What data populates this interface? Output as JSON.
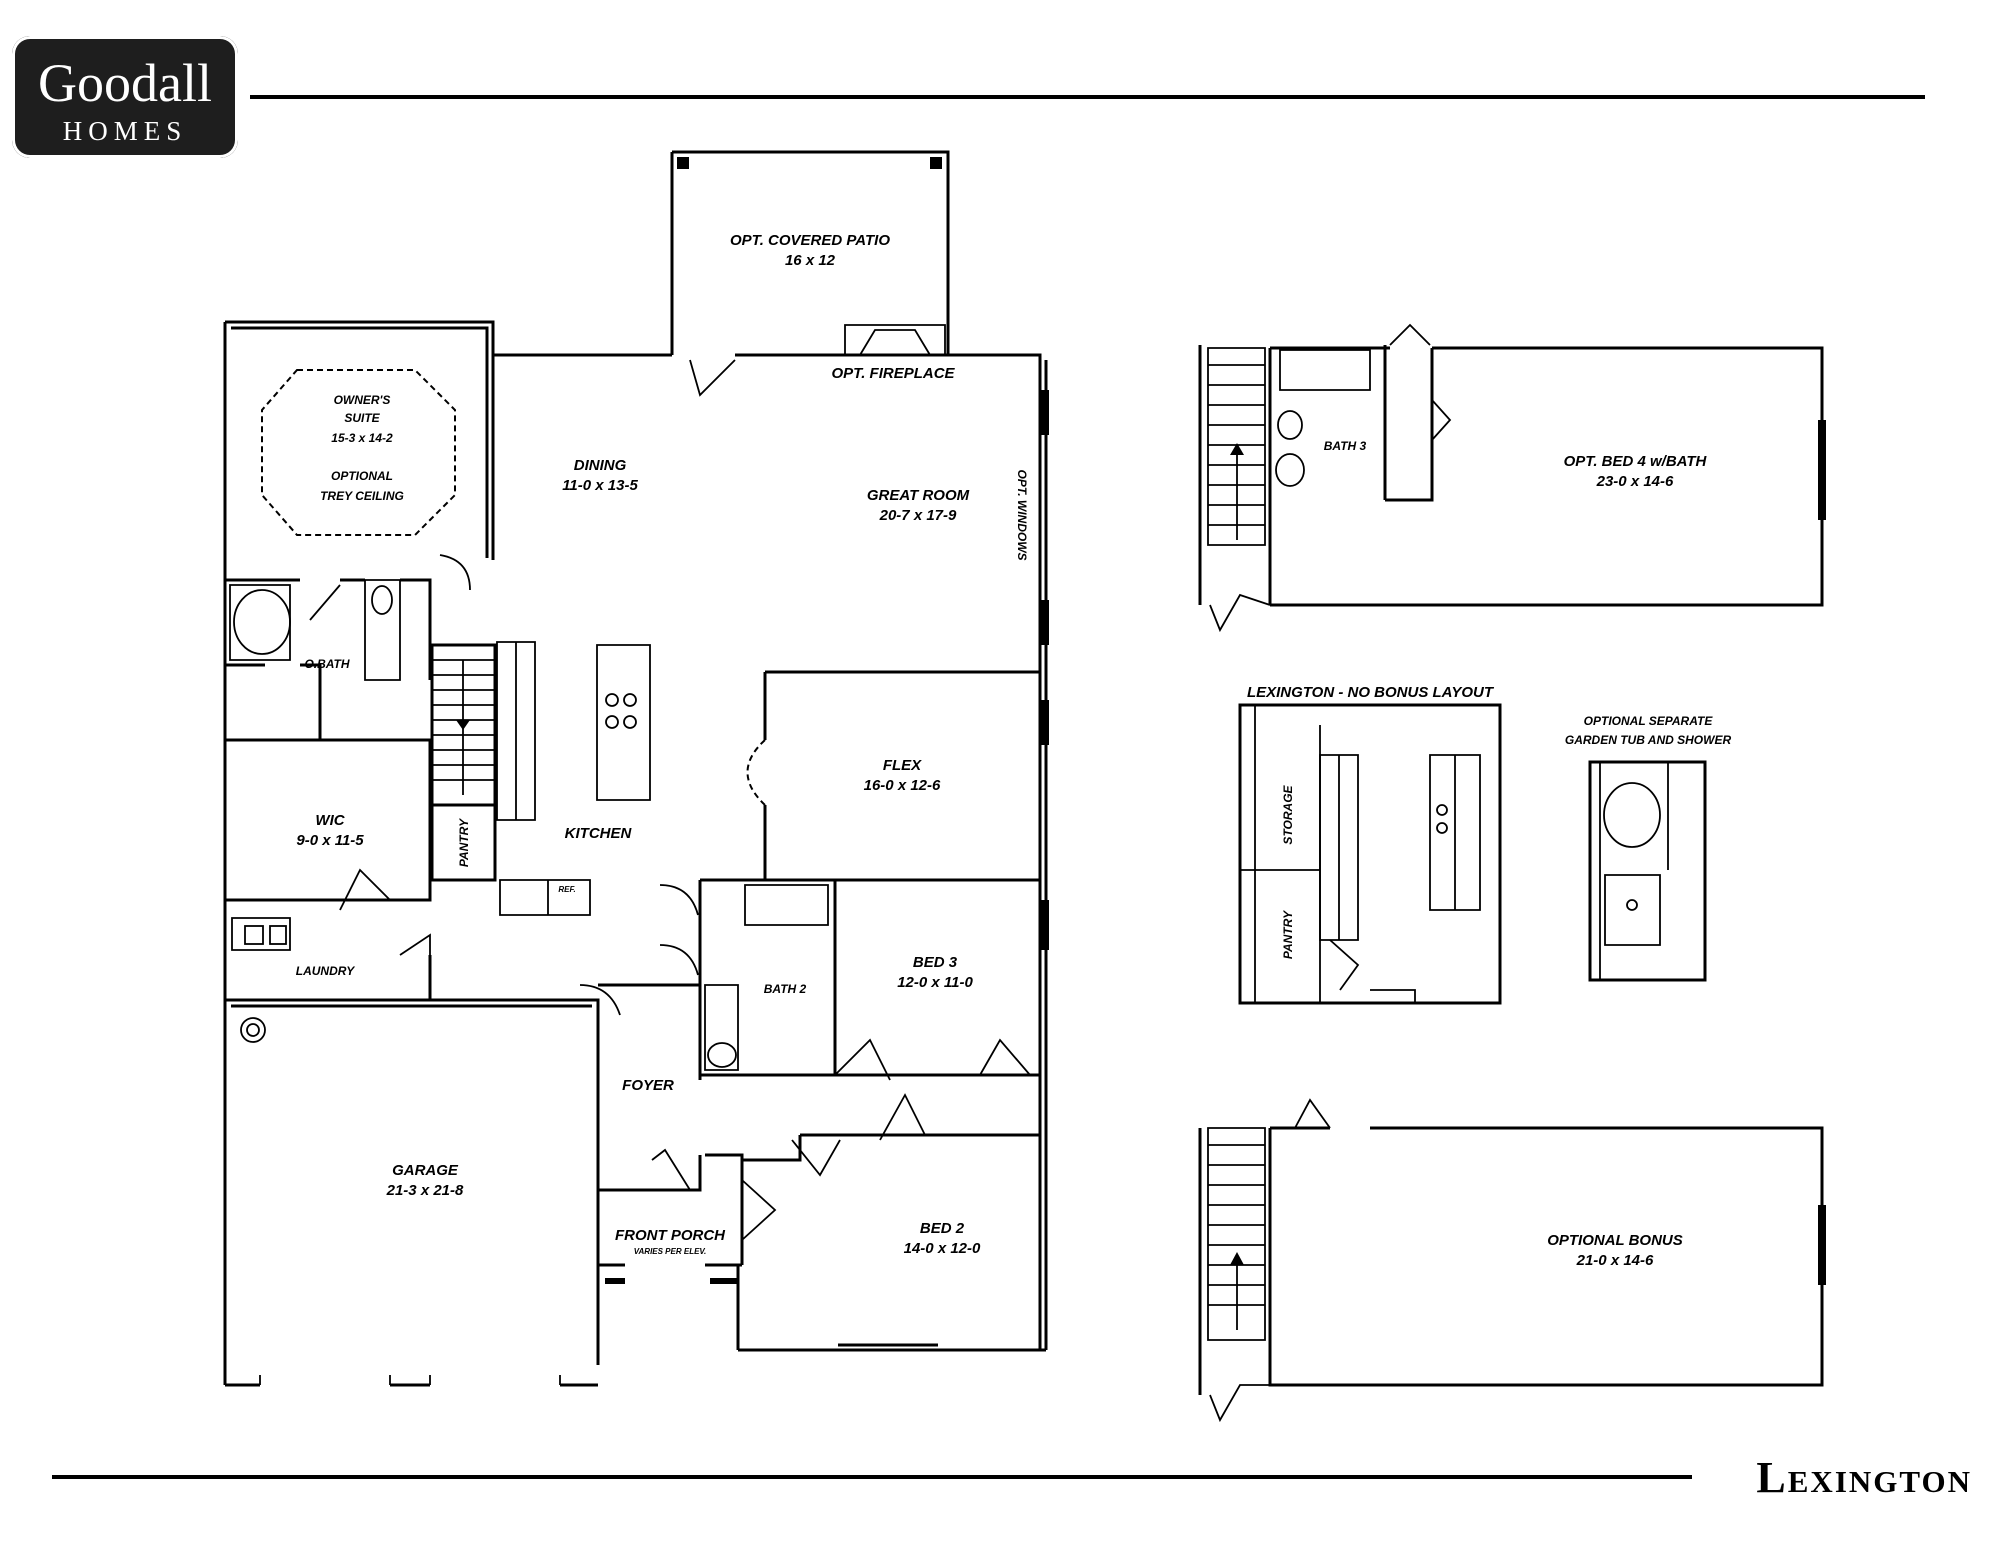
{
  "brand": {
    "name": "Goodall",
    "sub": "HOMES"
  },
  "plan_name": "Lexington",
  "rooms": {
    "owners_suite": {
      "name_1": "OWNER'S",
      "name_2": "SUITE",
      "dims": "15-3 x 14-2",
      "opt_1": "OPTIONAL",
      "opt_2": "TREY CEILING"
    },
    "dining": {
      "name": "DINING",
      "dims": "11-0 x 13-5"
    },
    "great_room": {
      "name": "GREAT ROOM",
      "dims": "20-7 x 17-9"
    },
    "covered_patio": {
      "name": "OPT. COVERED PATIO",
      "dims": "16 x 12"
    },
    "fireplace": {
      "name": "OPT. FIREPLACE"
    },
    "windows": {
      "name": "OPT. WINDOWS"
    },
    "obath": {
      "name": "O.BATH"
    },
    "wic": {
      "name": "WIC",
      "dims": "9-0 x 11-5"
    },
    "pantry": {
      "name": "PANTRY"
    },
    "kitchen": {
      "name": "KITCHEN"
    },
    "ref": {
      "name": "REF."
    },
    "laundry": {
      "name": "LAUNDRY"
    },
    "flex": {
      "name": "FLEX",
      "dims": "16-0 x 12-6"
    },
    "bath2": {
      "name": "BATH 2"
    },
    "bed3": {
      "name": "BED 3",
      "dims": "12-0 x 11-0"
    },
    "foyer": {
      "name": "FOYER"
    },
    "garage": {
      "name": "GARAGE",
      "dims": "21-3 x 21-8"
    },
    "front_porch": {
      "name": "FRONT PORCH",
      "note": "VARIES PER ELEV."
    },
    "bed2": {
      "name": "BED 2",
      "dims": "14-0 x 12-0"
    },
    "bath3": {
      "name": "BATH 3"
    },
    "opt_bed4": {
      "name": "OPT. BED 4 w/BATH",
      "dims": "23-0 x 14-6"
    },
    "no_bonus": {
      "title": "LEXINGTON - NO BONUS LAYOUT",
      "storage": "STORAGE",
      "pantry": "PANTRY"
    },
    "garden_tub": {
      "title_1": "OPTIONAL SEPARATE",
      "title_2": "GARDEN TUB AND SHOWER"
    },
    "opt_bonus": {
      "name": "OPTIONAL BONUS",
      "dims": "21-0 x 14-6"
    }
  }
}
